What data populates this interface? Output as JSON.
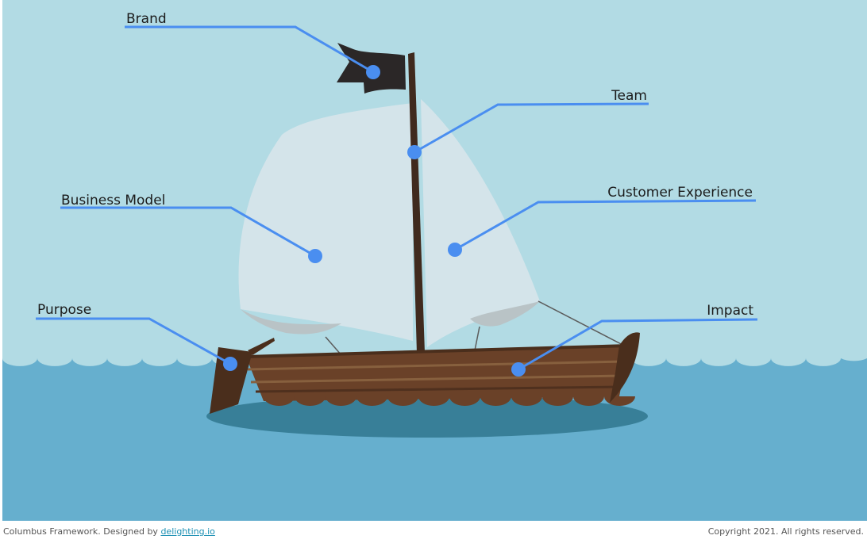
{
  "diagram": {
    "labels": {
      "brand": "Brand",
      "team": "Team",
      "business_model": "Business Model",
      "customer_experience": "Customer Experience",
      "purpose": "Purpose",
      "impact": "Impact"
    }
  },
  "footer": {
    "credit_prefix": "Columbus Framework. Designed by",
    "credit_link": "delighting.io",
    "copyright": "Copyright 2021. All rights reserved."
  },
  "colors": {
    "sky": "#b2dbe4",
    "sea": "#66afce",
    "shadow": "#387f98",
    "sail": "#d4e4ea",
    "hull": "#6a4128",
    "hull_dark": "#4a2e1c",
    "mast": "#402a1e",
    "flag": "#2b2727",
    "pointer": "#4a8ef0"
  }
}
